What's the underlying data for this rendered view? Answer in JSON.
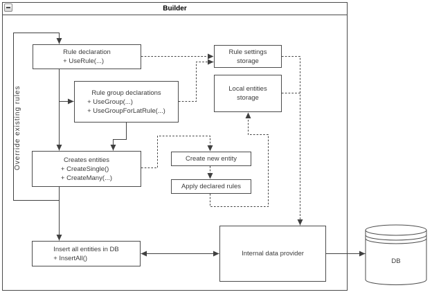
{
  "window": {
    "title": "Builder"
  },
  "icons": {
    "collapse": "minus-icon"
  },
  "annotations": {
    "override_loop_label": "Override existing rules"
  },
  "nodes": {
    "rule_declaration": {
      "lines": [
        "Rule declaration",
        "+ UseRule(...)"
      ]
    },
    "rule_group_declarations": {
      "lines": [
        "Rule group declarations",
        "+ UseGroup(...)",
        "+ UseGroupForLatRule(...)"
      ]
    },
    "rule_settings_storage": {
      "lines": [
        "Rule settings",
        "storage"
      ]
    },
    "local_entities_storage": {
      "lines": [
        "Local entities",
        "storage"
      ]
    },
    "creates_entities": {
      "lines": [
        "Creates entities",
        "+ CreateSingle()",
        "+ CreateMany(...)"
      ]
    },
    "create_new_entity": {
      "label": "Create new entity"
    },
    "apply_declared_rules": {
      "label": "Apply declared rules"
    },
    "insert_all_entities": {
      "lines": [
        "Insert all entities in DB",
        "+ InsertAll()"
      ]
    },
    "internal_data_provider": {
      "label": "Internal data provider"
    },
    "db": {
      "label": "DB"
    }
  },
  "colors": {
    "line": "#404040",
    "box_border": "#4a4a4a",
    "text": "#3a3a3a",
    "title": "#000000",
    "background": "#ffffff"
  }
}
